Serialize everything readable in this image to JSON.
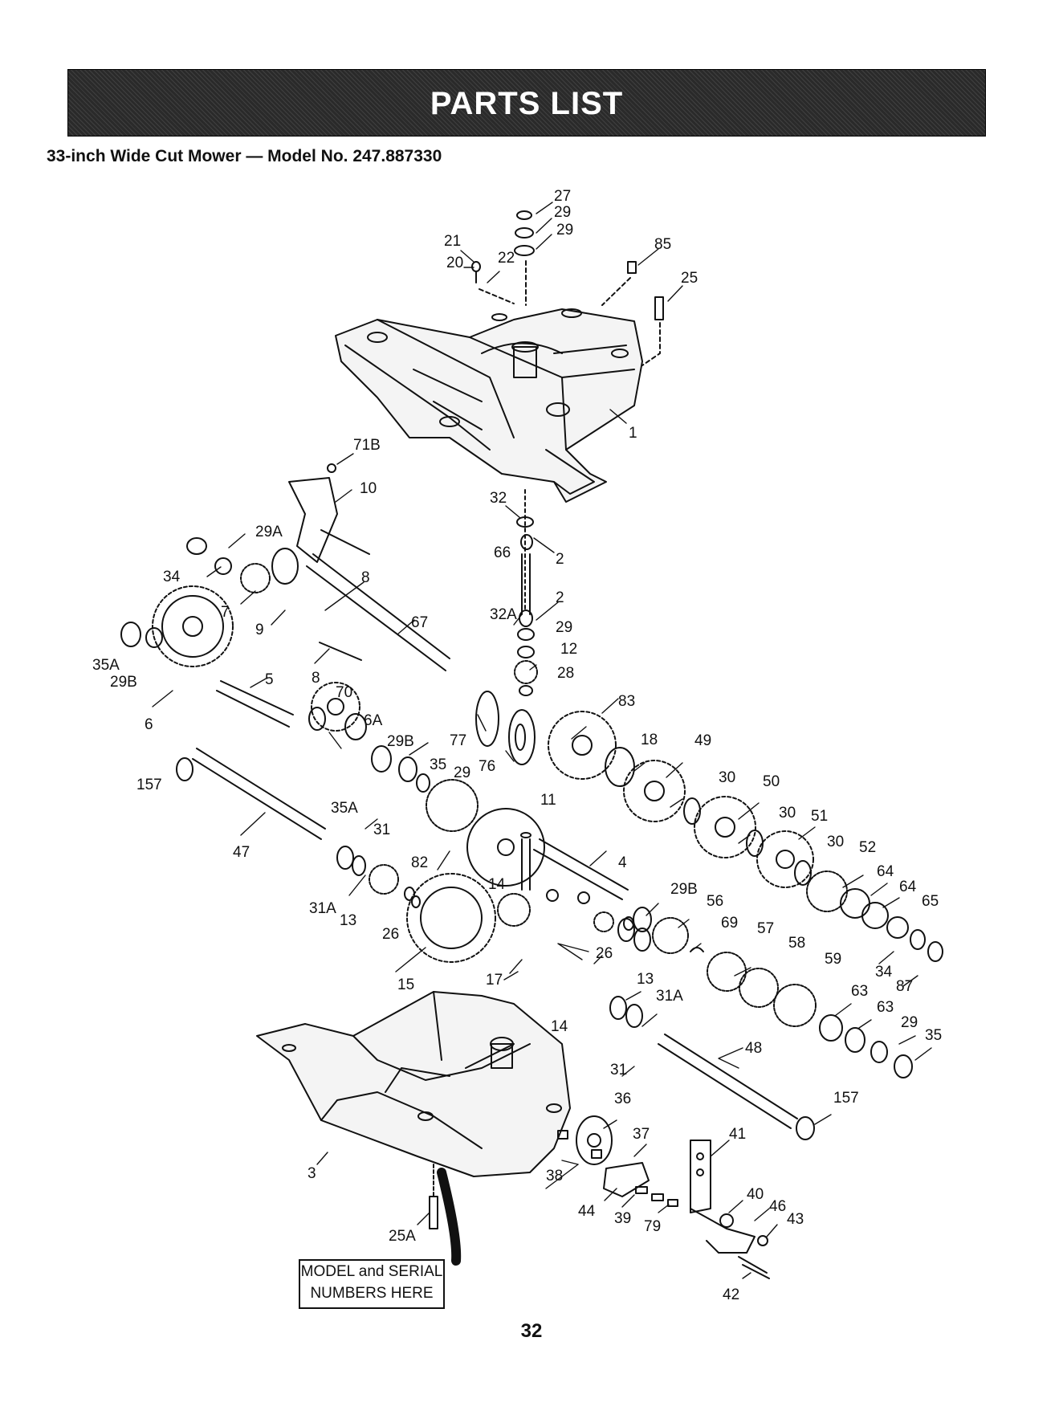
{
  "header": {
    "title": "PARTS LIST",
    "subtitle": "33-inch Wide Cut Mower — Model No. 247.887330"
  },
  "callouts": {
    "p27": "27",
    "p29a": "29",
    "p29b": "29",
    "p21": "21",
    "p20": "20",
    "p22": "22",
    "p85": "85",
    "p25": "25",
    "p1": "1",
    "p71b": "71B",
    "p10": "10",
    "p32": "32",
    "p29A": "29A",
    "p34a": "34",
    "p66": "66",
    "p2a": "2",
    "p8a": "8",
    "p7": "7",
    "p9": "9",
    "p67": "67",
    "p32A": "32A",
    "p2b": "2",
    "p29c": "29",
    "p12": "12",
    "p28": "28",
    "p35A": "35A",
    "p29Ba": "29B",
    "p5": "5",
    "p8b": "8",
    "p6": "6",
    "p70": "70",
    "p6A": "6A",
    "p29Bb": "29B",
    "p77": "77",
    "p83": "83",
    "p76": "76",
    "p35a": "35",
    "p29d": "29",
    "p18": "18",
    "p49": "49",
    "p157a": "157",
    "p35Ab": "35A",
    "p11": "11",
    "p30a": "30",
    "p50": "50",
    "p31": "31",
    "p47": "47",
    "p82": "82",
    "p30b": "30",
    "p51": "51",
    "p30c": "30",
    "p52": "52",
    "p4": "4",
    "p31A": "31A",
    "p14a": "14",
    "p13a": "13",
    "p26a": "26",
    "p29Bc": "29B",
    "p64a": "64",
    "p64b": "64",
    "p65": "65",
    "p56": "56",
    "p69": "69",
    "p57": "57",
    "p15": "15",
    "p26b": "26",
    "p58": "58",
    "p34b": "34",
    "p17": "17",
    "p13b": "13",
    "p59": "59",
    "p87": "87",
    "p31Ab": "31A",
    "p14b": "14",
    "p63a": "63",
    "p63b": "63",
    "p29e": "29",
    "p35b": "35",
    "p48": "48",
    "p31b": "31",
    "p36": "36",
    "p157b": "157",
    "p37": "37",
    "p41": "41",
    "p3": "3",
    "p38": "38",
    "p40": "40",
    "p44": "44",
    "p39": "39",
    "p79": "79",
    "p46": "46",
    "p43": "43",
    "p25A": "25A",
    "p42": "42"
  },
  "model_label": {
    "line1": "MODEL and SERIAL",
    "line2": "NUMBERS HERE"
  },
  "page_number": "32",
  "colors": {
    "banner": "#2a2a2a",
    "ink": "#111111",
    "paper": "#ffffff"
  }
}
